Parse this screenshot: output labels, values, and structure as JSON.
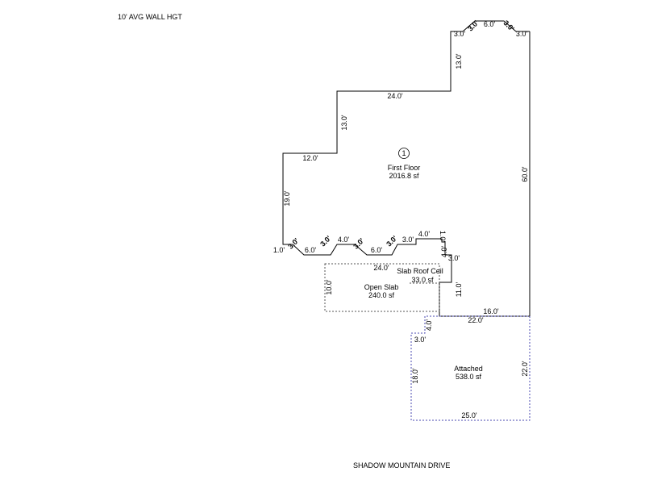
{
  "header": {
    "wall_height": "10' AVG WALL HGT"
  },
  "footer": {
    "street": "SHADOW MOUNTAIN DRIVE"
  },
  "first_floor": {
    "marker": "1",
    "name": "First Floor",
    "area": "2016.8 sf",
    "dims": {
      "right": "60.0'",
      "top_flat": "6.0'",
      "top_left_small": "3.0'",
      "top_left_diag": "3.0'",
      "top_right_diag": "3.0'",
      "top_right_small": "3.0'",
      "upper_left_vertical": "13.0'",
      "upper_horizontal": "24.0'",
      "middle_vertical": "13.0'",
      "middle_horizontal": "12.0'",
      "left_vertical": "19.0'",
      "left_small": "1.0'",
      "bay1_diag_left": "3.0'",
      "bay1_flat": "6.0'",
      "bay1_diag_right": "3.0'",
      "between_bays": "4.0'",
      "bay2_diag_left": "3.0'",
      "bay2_flat": "6.0'",
      "bay2_diag_right": "3.0'",
      "bottom_small": "3.0'",
      "bottom_step": "4.0'",
      "bottom_tiny": "1.0'",
      "inner_vertical": "4.0'",
      "inner_horizontal": "3.0'",
      "lower_vertical": "11.0'",
      "lower_horizontal": "16.0'"
    }
  },
  "open_slab": {
    "name": "Open Slab",
    "area": "240.0 sf",
    "dims": {
      "top": "24.0'",
      "left": "10.0'"
    }
  },
  "slab_roof_ceil": {
    "name": "Slab Roof Ceil",
    "area": "33.0 sf"
  },
  "attached": {
    "name": "Attached",
    "area": "538.0 sf",
    "dims": {
      "top": "22.0'",
      "right": "22.0'",
      "bottom": "25.0'",
      "left": "18.0'",
      "step_vertical": "4.0'",
      "step_horizontal": "3.0'"
    }
  },
  "colors": {
    "line": "#000000",
    "dashed": "#555555",
    "attached_line": "#4a4ab0"
  }
}
